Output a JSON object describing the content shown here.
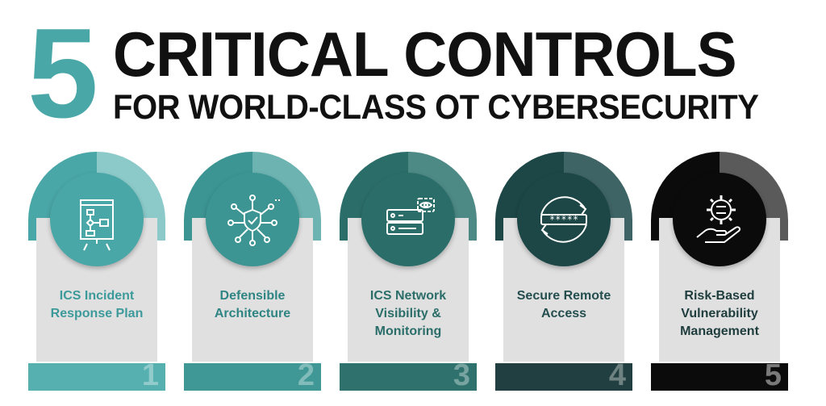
{
  "title": {
    "number": "5",
    "line1": "CRITICAL CONTROLS",
    "line2": "FOR WORLD-CLASS OT CYBERSECURITY"
  },
  "colors": {
    "title_number": "#4aa7a7",
    "title_text": "#111111"
  },
  "controls": [
    {
      "step": "1",
      "lines": [
        "ICS Incident",
        "Response Plan"
      ],
      "icon": "flowchart-icon",
      "color": "#4aa7a7",
      "light": "#8ccaca",
      "label_color": "#3d9a9a",
      "footer": "#56b0b0"
    },
    {
      "step": "2",
      "lines": [
        "Defensible",
        "Architecture"
      ],
      "icon": "shield-network-icon",
      "color": "#3c9593",
      "light": "#6cb3b1",
      "label_color": "#2f8583",
      "footer": "#3f9896"
    },
    {
      "step": "3",
      "lines": [
        "ICS Network",
        "Visibility &",
        "Monitoring"
      ],
      "icon": "server-eye-icon",
      "color": "#2b6e69",
      "light": "#4d8985",
      "label_color": "#2b6e69",
      "footer": "#2f726d"
    },
    {
      "step": "4",
      "lines": [
        "Secure Remote",
        "Access"
      ],
      "icon": "password-sync-icon",
      "color": "#1d4646",
      "light": "#3f6466",
      "label_color": "#244e4e",
      "footer": "#213f40"
    },
    {
      "step": "5",
      "lines": [
        "Risk-Based",
        "Vulnerability",
        "Management"
      ],
      "icon": "gear-hand-icon",
      "color": "#0b0b0b",
      "light": "#5a5a5a",
      "label_color": "#1f3d3d",
      "footer": "#0b0b0b"
    }
  ]
}
